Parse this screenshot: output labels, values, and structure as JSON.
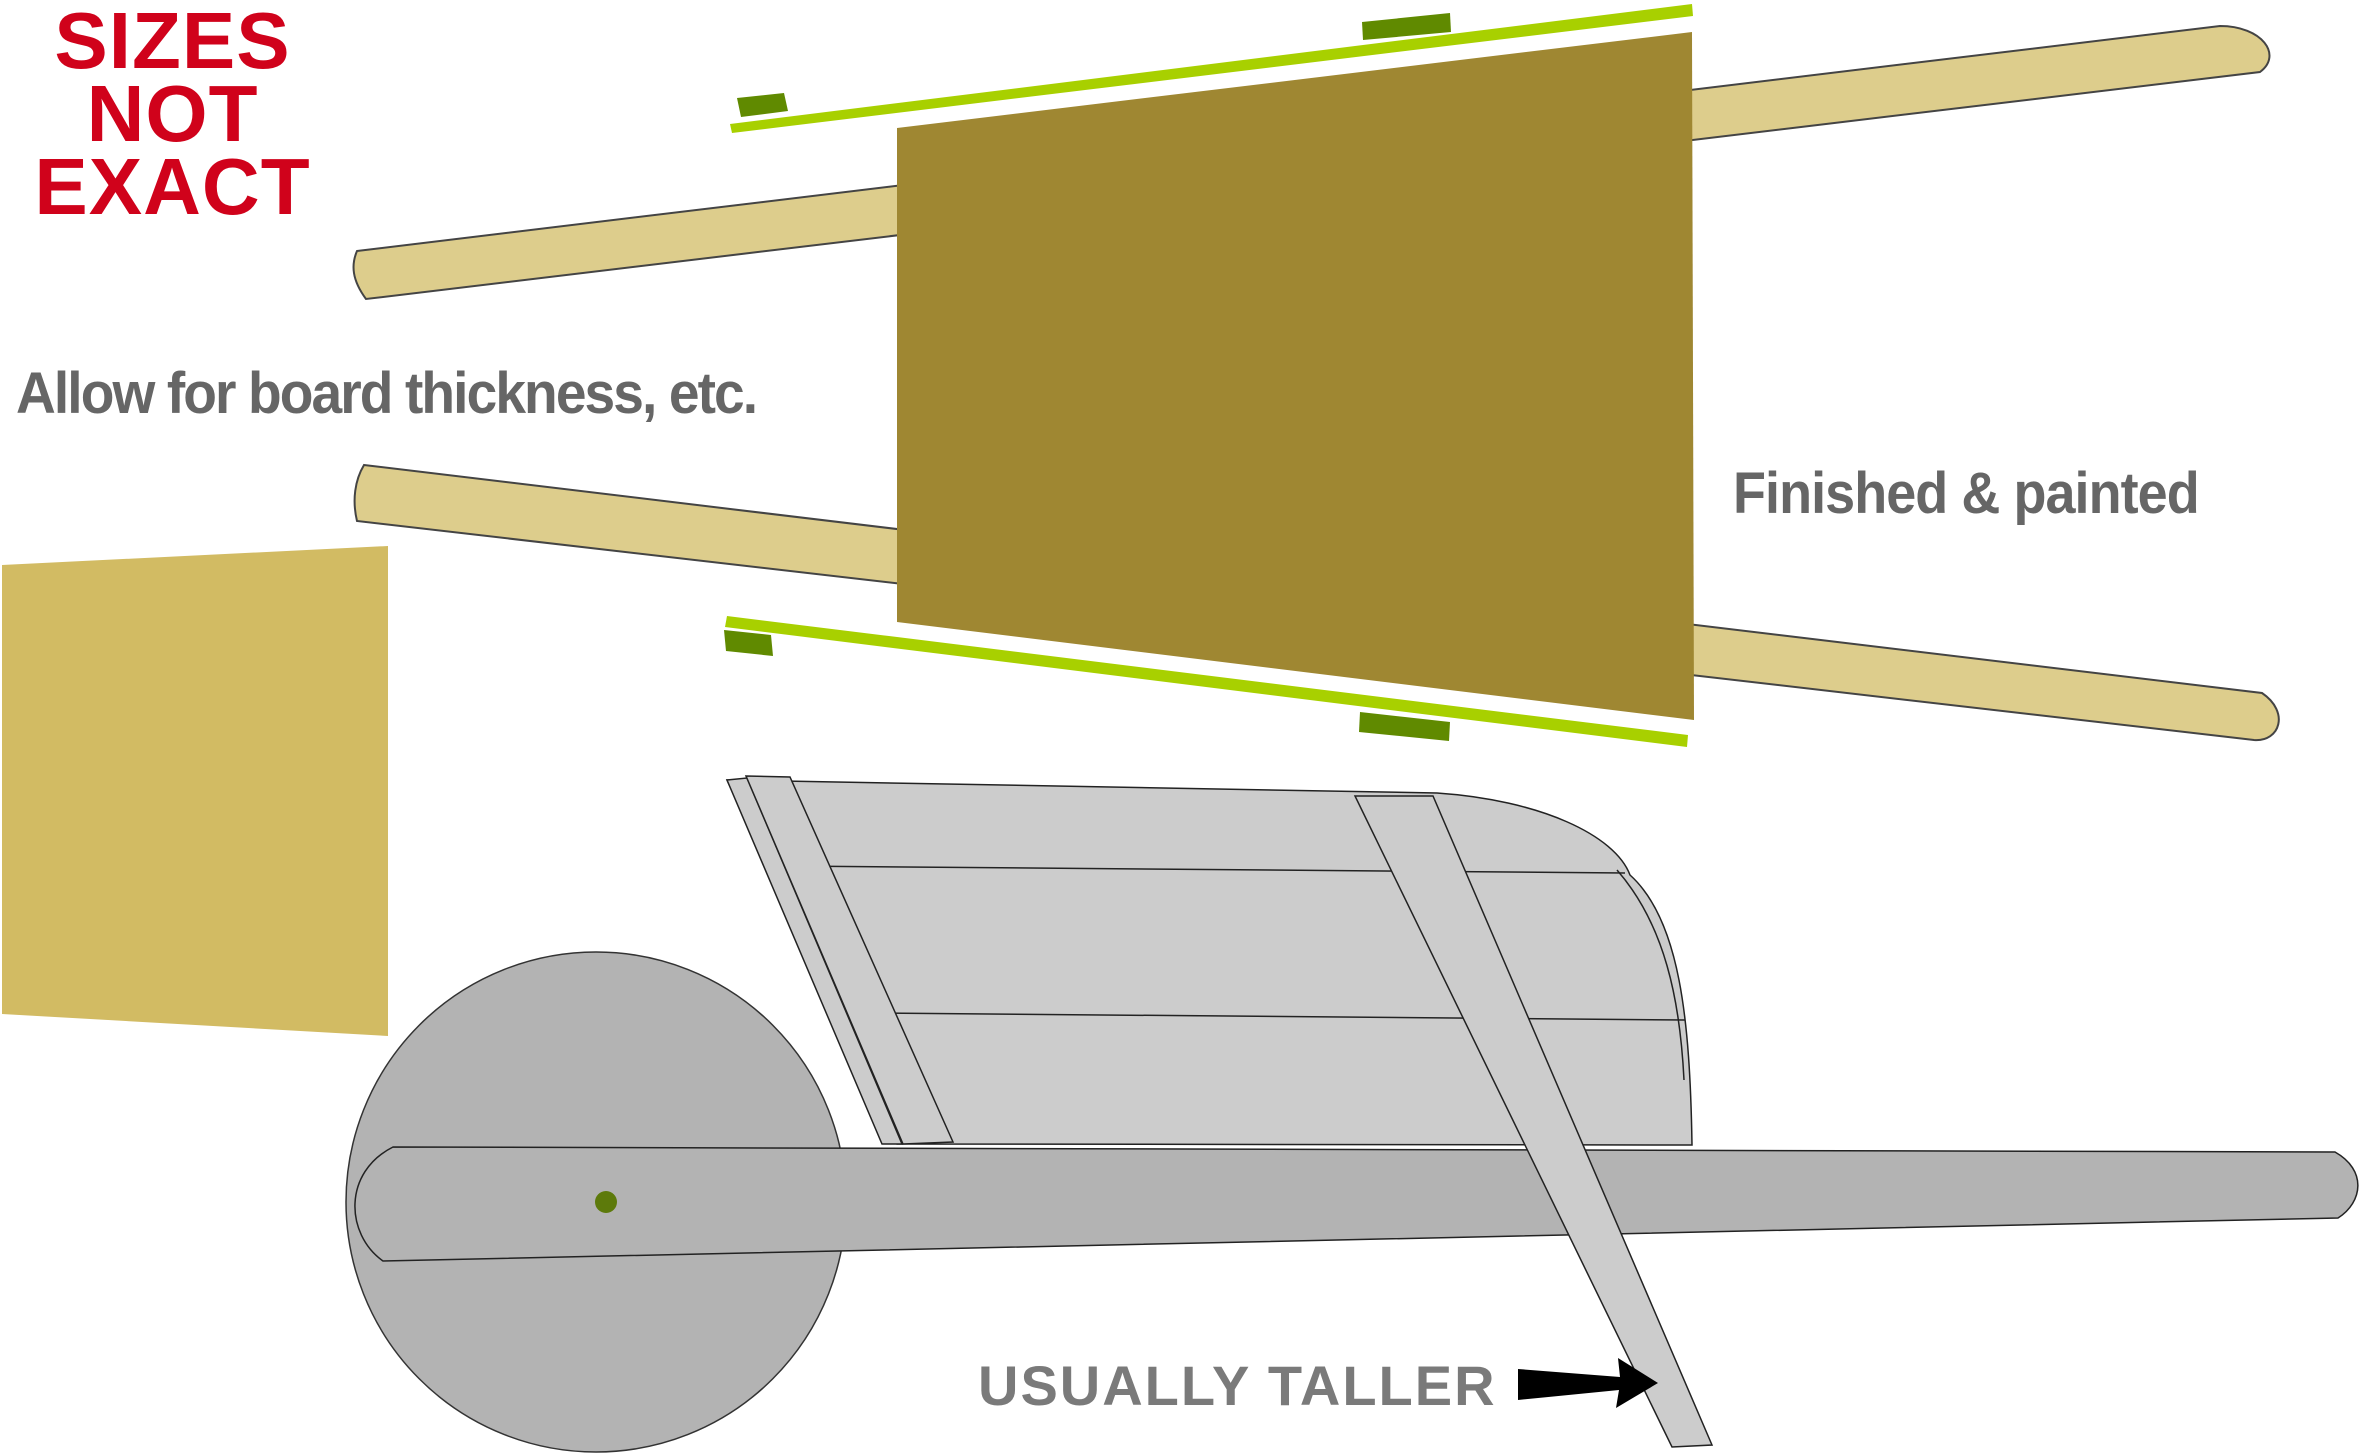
{
  "notes": {
    "warning_line1": "SIZES",
    "warning_line2": "NOT",
    "warning_line3": "EXACT",
    "allowance": "Allow for board thickness, etc.",
    "finished": "Finished & painted",
    "taller": "USUALLY TALLER"
  },
  "colors": {
    "warning_text": "#d0021b",
    "note_text": "#666666",
    "handle_wood": "#ddcd8c",
    "tray_panel": "#9f8732",
    "side_panel": "#d2bb63",
    "rail": "#a8d000",
    "block": "#608a00",
    "wheel": "#b3b3b3",
    "frame": "#cccccc",
    "axle": "#5d7a0b"
  }
}
